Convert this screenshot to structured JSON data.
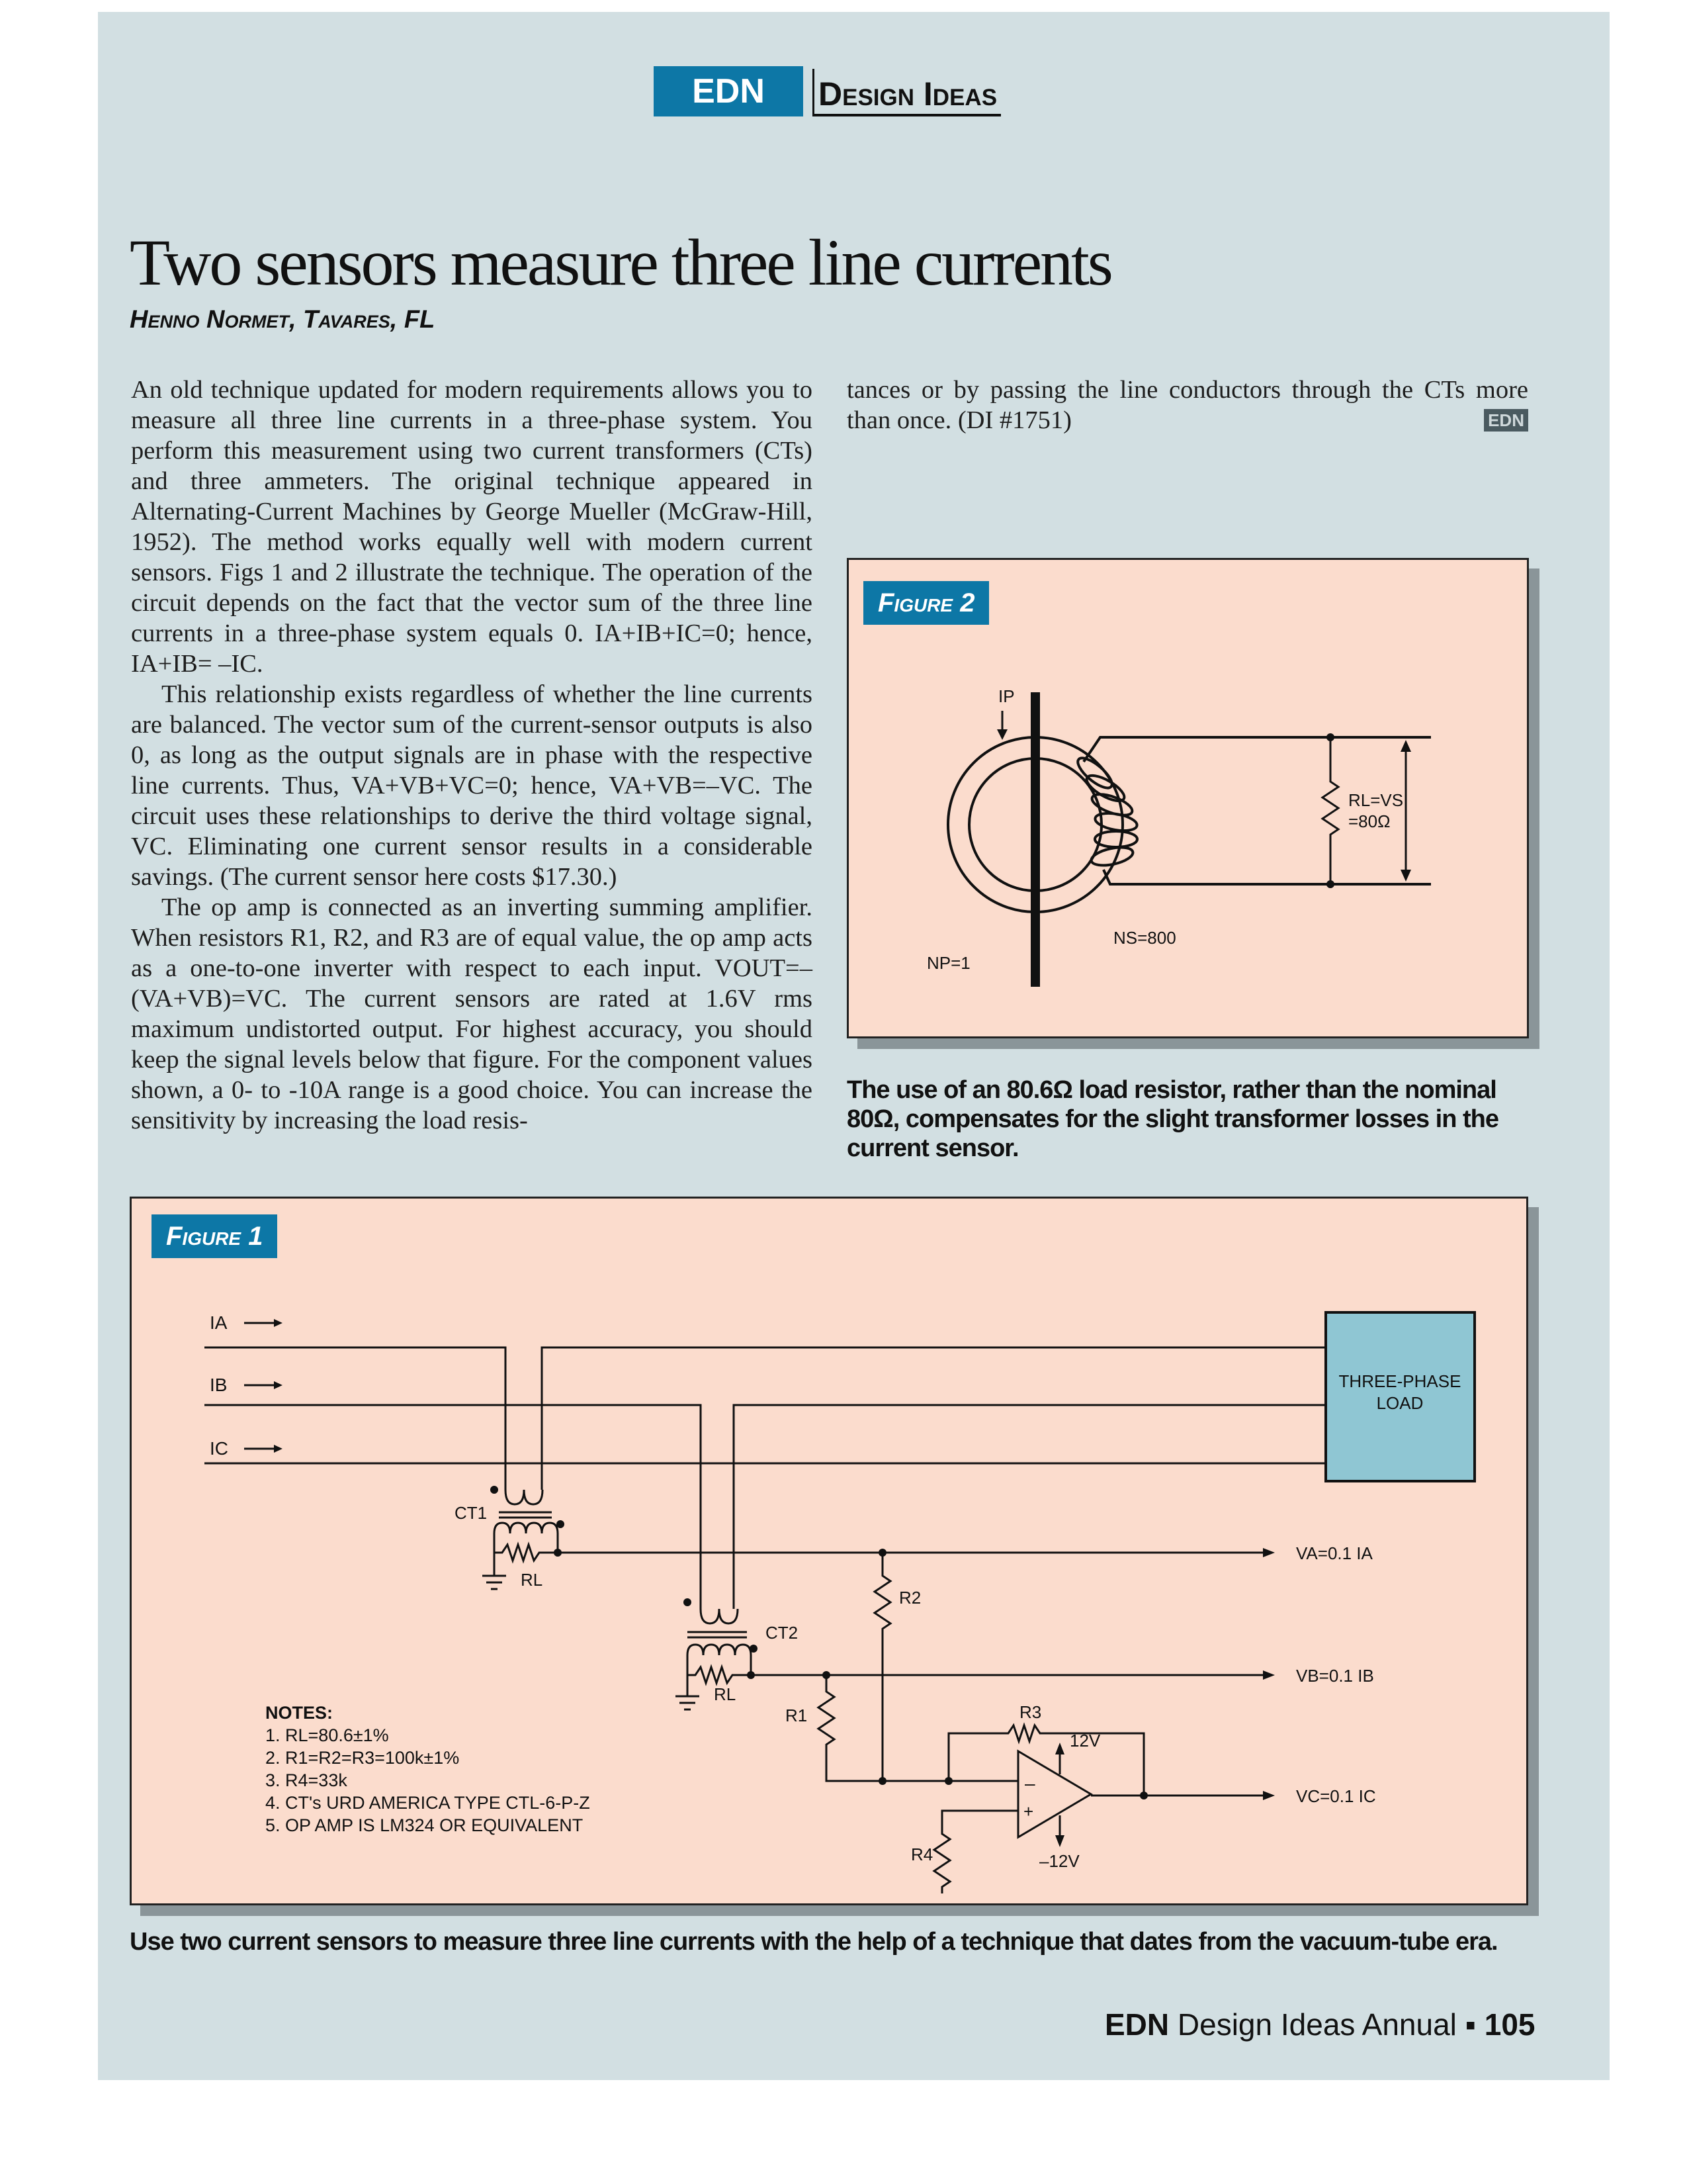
{
  "header": {
    "badge_left": "EDN",
    "badge_right": "Design Ideas"
  },
  "article": {
    "title": "Two sensors measure three line currents",
    "byline": "Henno Normet, Tavares, FL",
    "col1": {
      "p1": "An old technique updated for modern requirements allows you to measure all three line currents in a three-phase system. You perform this measurement using two current transformers (CTs) and three ammeters. The original technique appeared in Alternating-Current Machines by George Mueller (McGraw-Hill, 1952). The method works equally well with modern current sensors. Figs 1 and 2 illustrate the technique. The operation of the circuit depends on the fact that the vector sum of the three line currents in a three-phase system equals 0. IA+IB+IC=0; hence, IA+IB= –IC.",
      "p2": "This relationship exists regardless of whether the line currents are balanced. The vector sum of the current-sensor outputs is also 0, as long as the output signals are in phase with the respective line currents. Thus, VA+VB+VC=0; hence, VA+VB=–VC. The circuit uses these relationships to derive the third voltage signal, VC. Eliminating one current sensor results in a considerable savings. (The current sensor here costs $17.30.)",
      "p3": "The op amp is connected as an inverting summing amplifier. When resistors R1, R2, and R3 are of equal value, the op amp acts as a one-to-one inverter with respect to each input. VOUT=–(VA+VB)=VC. The current sensors are rated at 1.6V rms maximum undistorted output. For highest accuracy, you should keep the signal levels below that figure. For the component values shown, a 0- to -10A range is a good choice. You can increase the sensitivity by increasing the load resis-"
    },
    "col2": {
      "p1": "tances or by passing the line conductors through the CTs more than once. (DI #1751)",
      "end_mark": "EDN"
    }
  },
  "figure2": {
    "label": "Figure 2",
    "ip": "IP",
    "np": "NP=1",
    "ns": "NS=800",
    "rl_line1": "RL=VS",
    "rl_line2": "=80Ω",
    "caption": "The use of an 80.6Ω load resistor, rather than the nominal 80Ω, compensates for the slight transformer losses in the current sensor."
  },
  "figure1": {
    "label": "Figure 1",
    "ia": "IA",
    "ib": "IB",
    "ic": "IC",
    "load_line1": "THREE-PHASE",
    "load_line2": "LOAD",
    "ct1": "CT1",
    "ct2": "CT2",
    "rl": "RL",
    "r1": "R1",
    "r2": "R2",
    "r3": "R3",
    "r4": "R4",
    "vpos": "12V",
    "vneg": "–12V",
    "va": "VA=0.1 IA",
    "vb": "VB=0.1 IB",
    "vc": "VC=0.1 IC",
    "notes_title": "NOTES:",
    "notes": [
      "1. RL=80.6±1%",
      "2. R1=R2=R3=100k±1%",
      "3. R4=33k",
      "4. CT's URD AMERICA TYPE CTL-6-P-Z",
      "5. OP AMP IS  LM324 OR EQUIVALENT"
    ],
    "caption": "Use two current sensors to measure three line currents with the help of a technique that dates from the vacuum-tube era."
  },
  "footer": {
    "brand": "EDN",
    "text": "Design Ideas Annual",
    "bullet": "▪",
    "page": "105"
  },
  "colors": {
    "accent": "#0d77a6",
    "paper": "#d2dfe2",
    "figure_bg": "#fbdccd",
    "load_box": "#8fc6d3"
  }
}
